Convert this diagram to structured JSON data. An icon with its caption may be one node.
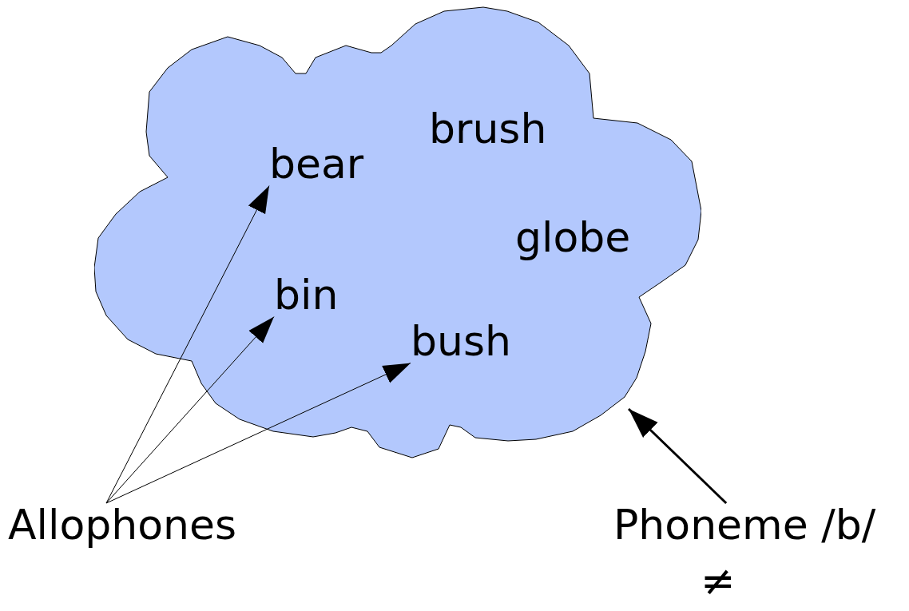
{
  "diagram": {
    "nodes": [
      {
        "text": [],
        "shape": "cloud"
      },
      {
        "text": [
          "brush"
        ],
        "in": 0
      },
      {
        "text": [
          "bear"
        ],
        "in": 0
      },
      {
        "text": [
          "globe"
        ],
        "in": 0
      },
      {
        "text": [
          "bin"
        ],
        "in": 0
      },
      {
        "text": [
          "bush"
        ],
        "in": 0
      },
      {
        "text": [
          "Allophones"
        ]
      },
      {
        "text": [
          "Phoneme /b/"
        ]
      }
    ],
    "edges": [
      {
        "from": 6,
        "to": 2,
        "arrow": "to"
      },
      {
        "from": 6,
        "to": 4,
        "arrow": "to"
      },
      {
        "from": 6,
        "to": 5,
        "arrow": "to"
      },
      {
        "from": 7,
        "to": 0,
        "arrow": "to",
        "style": "thick"
      }
    ],
    "labels": [
      "≠"
    ]
  }
}
